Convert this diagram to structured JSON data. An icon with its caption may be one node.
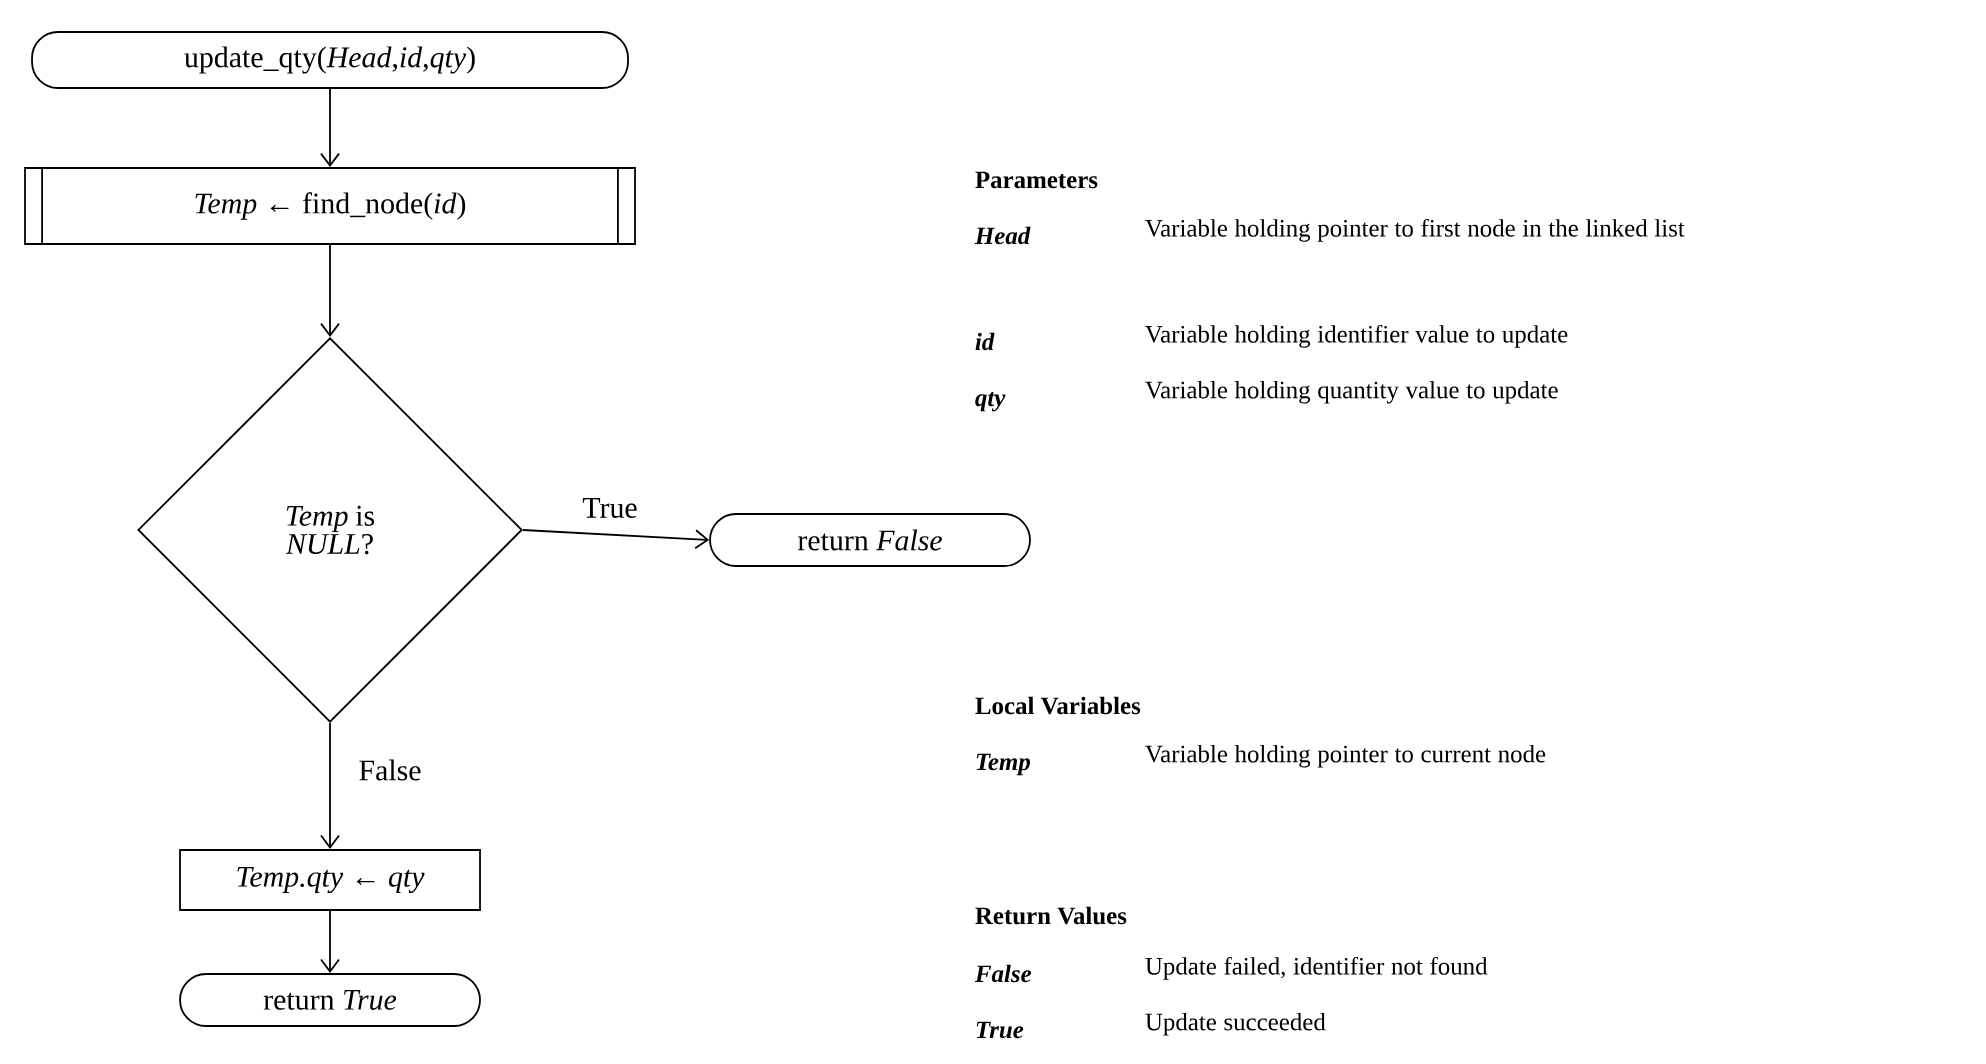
{
  "diagram": {
    "nodes": [
      {
        "text": [
          "update_qty(*Head*,*id*,*qty*)"
        ]
      },
      {
        "text": [
          "*Temp* ← find_node(*id*)"
        ]
      },
      {
        "text": [
          "*Temp* is *NULL*?"
        ]
      },
      {
        "text": [
          "return *False*"
        ]
      },
      {
        "text": [
          "*Temp.qty* ← *qty*"
        ]
      },
      {
        "text": [
          "return *True*"
        ]
      }
    ],
    "edges": [
      {
        "from": 0,
        "to": 1,
        "arrow": "to"
      },
      {
        "from": 1,
        "to": 2,
        "arrow": "to"
      },
      {
        "from": 2,
        "to": 3,
        "arrow": "to",
        "label": "True"
      },
      {
        "from": 2,
        "to": 4,
        "arrow": "to",
        "label": "False"
      },
      {
        "from": 4,
        "to": 5,
        "arrow": "to"
      }
    ],
    "labels": [
      "Parameters",
      "Head",
      "Variable holding pointer to first node in the linked list",
      "id",
      "Variable holding identifier value to update",
      "qty",
      "Variable holding quantity value to update",
      "Local Variables",
      "Temp",
      "Variable holding pointer to current node",
      "Return Values",
      "False",
      "Update failed, identifier not found",
      "True",
      "Update succeeded"
    ]
  }
}
